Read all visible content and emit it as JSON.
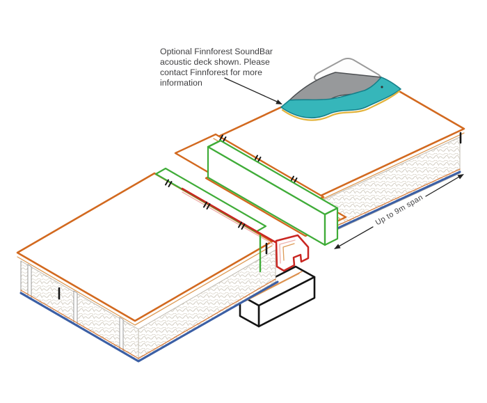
{
  "annotation": {
    "lines": [
      "Optional Finnforest SoundBar",
      "acoustic deck shown. Please",
      "contact Finnforest for more",
      "information"
    ]
  },
  "span_arrow": {
    "label": "Up to 9m span"
  },
  "colors": {
    "deck_orange": "#d2691f",
    "deck_orange_light": "#dd9a55",
    "chord_blue": "#3b5fa5",
    "highlight_green": "#3fac38",
    "highlight_red": "#c92621",
    "soundbar_teal": "#36b6ba",
    "soundbar_teal_edge": "#16808a",
    "soundbar_grey": "#97999b",
    "soundbar_grey_edge": "#4c4f52",
    "soundbar_yellow": "#e2b33c",
    "beam_black": "#141414",
    "annotation_text": "#3e3e40",
    "line_dark": "#222222"
  }
}
